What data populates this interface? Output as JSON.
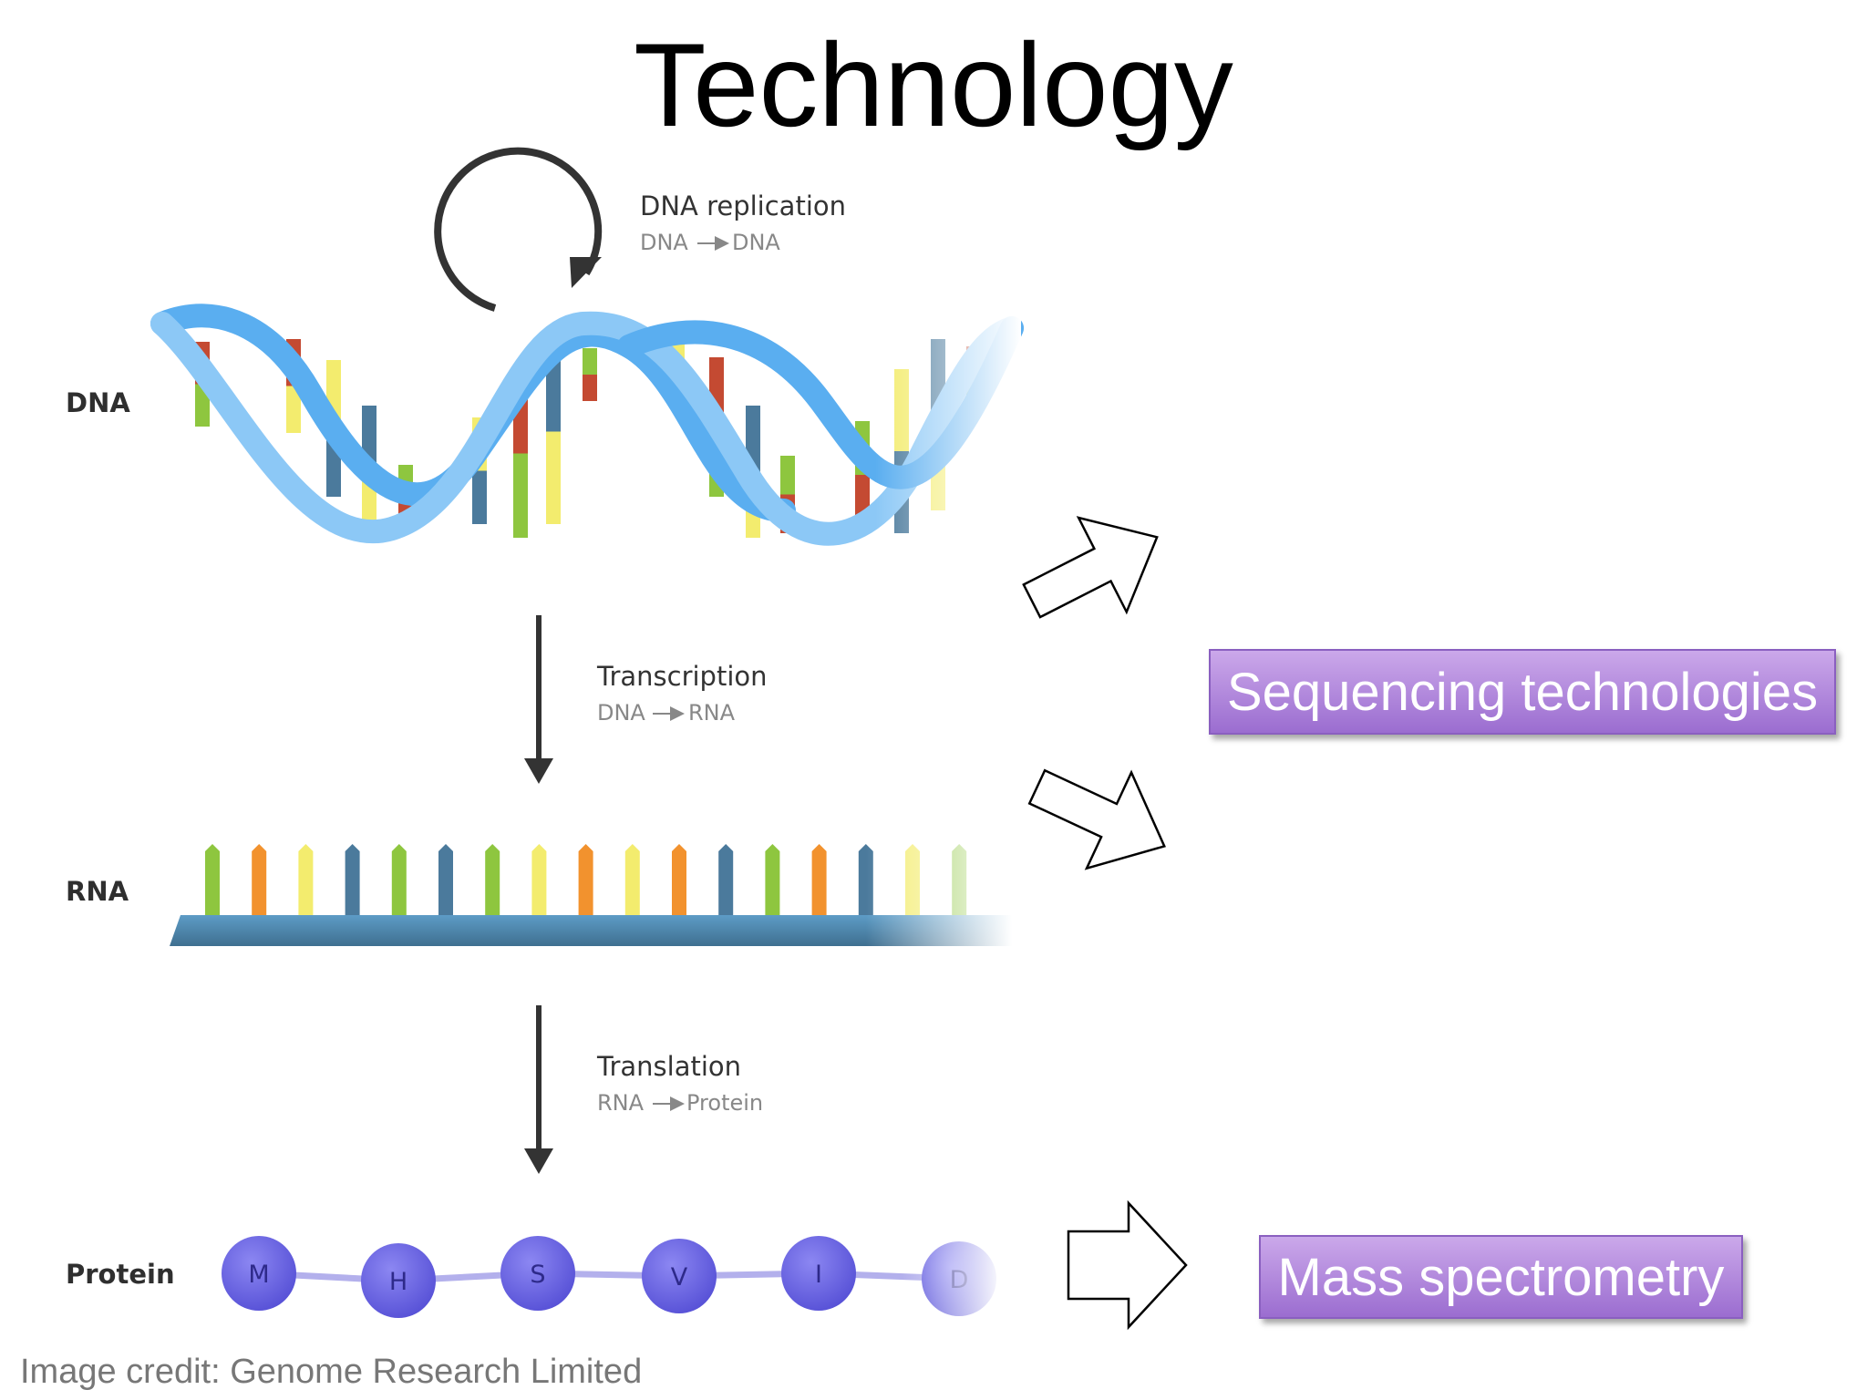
{
  "title": "Technology",
  "labels": {
    "dna": "DNA",
    "rna": "RNA",
    "protein": "Protein"
  },
  "processes": {
    "replication": {
      "name": "DNA replication",
      "from": "DNA",
      "to": "DNA"
    },
    "transcription": {
      "name": "Transcription",
      "from": "DNA",
      "to": "RNA"
    },
    "translation": {
      "name": "Translation",
      "from": "RNA",
      "to": "Protein"
    }
  },
  "protein_residues": [
    "M",
    "H",
    "S",
    "V",
    "I",
    "D"
  ],
  "boxes": {
    "sequencing": "Sequencing technologies",
    "mass_spec": "Mass spectrometry"
  },
  "credit": "Image credit: Genome Research Limited",
  "colors": {
    "box_fill": "#b58ae0",
    "helix_blue": "#5aaef0",
    "residue_purple": "#6a64e0",
    "rna_backbone": "#4a86b0",
    "base_red": "#c44a32",
    "base_green": "#8ec63f",
    "base_yellow": "#f3ec6e",
    "base_blue": "#4b7a9c",
    "base_orange": "#f2922e"
  },
  "icons": {
    "cycle": "circular-arrow-icon",
    "down": "down-arrow-icon",
    "block_arrow": "block-arrow-icon"
  }
}
